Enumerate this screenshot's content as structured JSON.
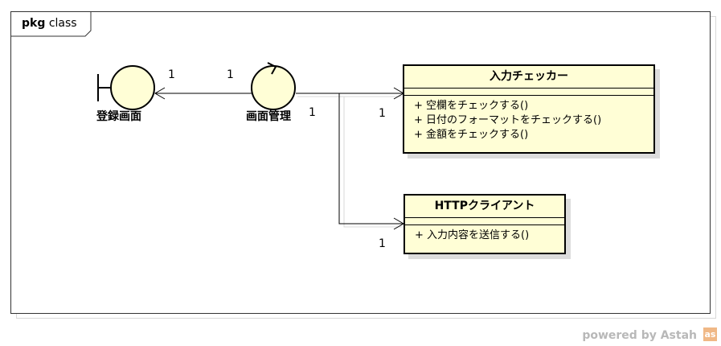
{
  "package": {
    "keyword": "pkg",
    "name": "class"
  },
  "elements": {
    "boundary": {
      "label": "登録画面"
    },
    "control": {
      "label": "画面管理"
    }
  },
  "classes": {
    "input_checker": {
      "name": "入力チェッカー",
      "operations": [
        "+ 空欄をチェックする()",
        "+ 日付のフォーマットをチェックする()",
        "+ 金額をチェックする()"
      ]
    },
    "http_client": {
      "name": "HTTPクライアント",
      "operations": [
        "+ 入力内容を送信する()"
      ]
    }
  },
  "multiplicities": {
    "boundary_end": "1",
    "control_end_left": "1",
    "control_end_right": "1",
    "checker_end": "1",
    "http_end": "1"
  },
  "footer": {
    "powered_by": "powered by Astah",
    "logo_text": "as"
  },
  "colors": {
    "class_fill": "#fffed6",
    "icon_fill": "#fffed6",
    "line": "#000000"
  }
}
